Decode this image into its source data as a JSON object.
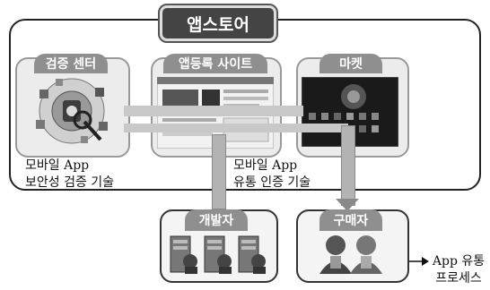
{
  "title": "앱스토어",
  "nodes": {
    "verification_center": {
      "label": "검증 센터"
    },
    "app_registration_site": {
      "label": "앱등록 사이트"
    },
    "market": {
      "label": "마켓"
    },
    "developer": {
      "label": "개발자"
    },
    "buyer": {
      "label": "구매자"
    }
  },
  "captions": {
    "security_line1": "모바일 App",
    "security_line2": "보안성 검증 기술",
    "auth_line1": "모바일 App",
    "auth_line2": "유통 인증 기술"
  },
  "legend": {
    "line1": "App 유통",
    "line2": "프로세스"
  }
}
